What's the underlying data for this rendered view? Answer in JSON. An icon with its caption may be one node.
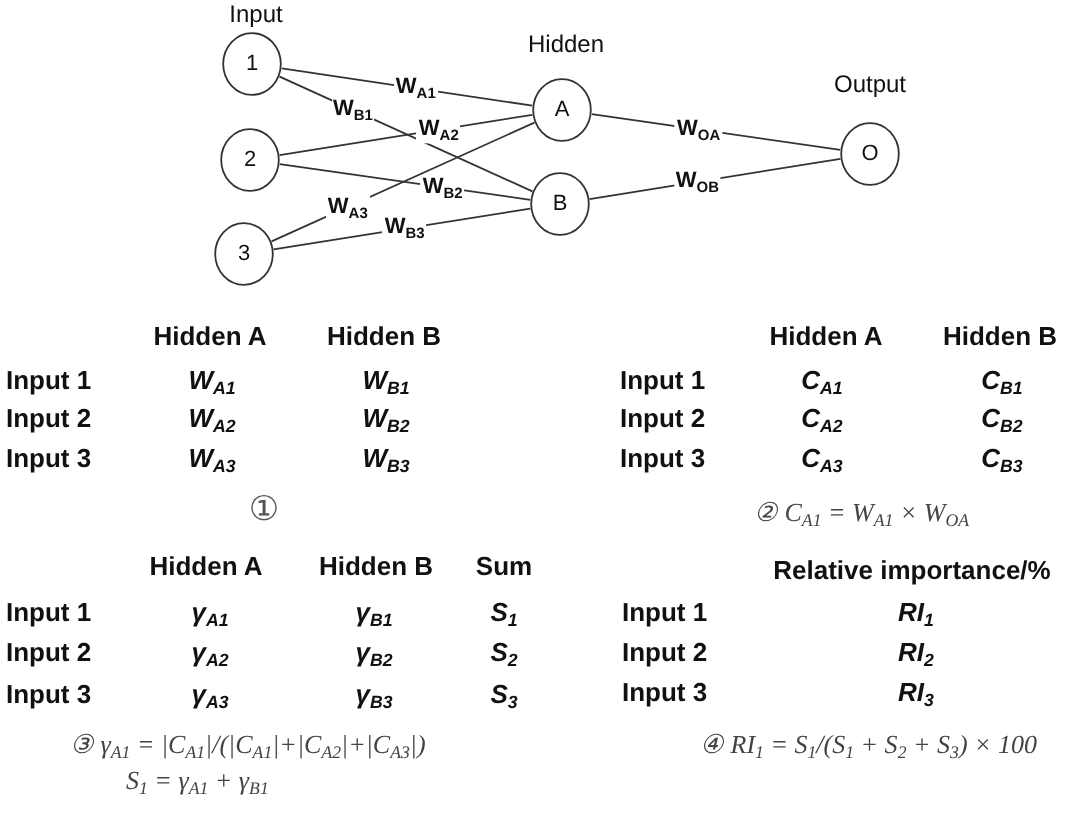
{
  "diagram": {
    "nodes": [
      {
        "text": [
          "1"
        ]
      },
      {
        "text": [
          "2"
        ]
      },
      {
        "text": [
          "3"
        ]
      },
      {
        "text": [
          "A"
        ]
      },
      {
        "text": [
          "B"
        ]
      },
      {
        "text": [
          "O"
        ],
        "beside": [
          "Output"
        ]
      }
    ],
    "edges": [
      {
        "from": 0,
        "to": 3,
        "arrow": "none",
        "label": "W$_{A1}$"
      },
      {
        "from": 0,
        "to": 4,
        "arrow": "none",
        "label": "W$_{B1}$"
      },
      {
        "from": 1,
        "to": 3,
        "arrow": "none",
        "label": "W$_{A2}$"
      },
      {
        "from": 1,
        "to": 4,
        "arrow": "none",
        "label": "W$_{B2}$"
      },
      {
        "from": 2,
        "to": 3,
        "arrow": "none",
        "label": "W$_{A3}$"
      },
      {
        "from": 2,
        "to": 4,
        "arrow": "none",
        "label": "W$_{B3}$"
      },
      {
        "from": 3,
        "to": 5,
        "arrow": "none",
        "label": "W$_{OA}$"
      },
      {
        "from": 4,
        "to": 5,
        "arrow": "none",
        "label": "W$_{OB}$"
      }
    ],
    "labels": [
      "Input",
      "Hidden",
      "Hidden A",
      "Hidden B",
      "Input 1",
      "W$_{A1}$",
      "W$_{B1}$",
      "Input 2",
      "W$_{A2}$",
      "W$_{B2}$",
      "Input 3",
      "W$_{A3}$",
      "W$_{B3}$",
      "①",
      "Hidden A",
      "Hidden B",
      "Input 1",
      "C$_{A1}$",
      "C$_{B1}$",
      "Input 2",
      "C$_{A2}$",
      "C$_{B2}$",
      "Input 3",
      "C$_{A3}$",
      "C$_{B3}$",
      "② C$_{A1}$ = W$_{A1}$ × W$_{OA}$",
      "Hidden A",
      "Hidden B",
      "Sum",
      "Input 1",
      "γ$_{A1}$",
      "γ$_{B1}$",
      "S$_{1}$",
      "Input 2",
      "γ$_{A2}$",
      "γ$_{B2}$",
      "S$_{2}$",
      "Input 3",
      "γ$_{A3}$",
      "γ$_{B3}$",
      "S$_{3}$",
      "③ γ$_{A1}$ = |C$_{A1}$|/(|C$_{A1}$|+|C$_{A2}$|+|C$_{A3}$|)",
      "S$_{1}$ = γ$_{A1}$ + γ$_{B1}$",
      "Relative importance/%",
      "Input 1",
      "RI$_{1}$",
      "Input 2",
      "RI$_{2}$",
      "Input 3",
      "RI$_{3}$",
      "④ RI$_{1}$ = S$_{1}$/(S$_{1}$ + S$_{2}$ + S$_{3}$) × 100"
    ]
  }
}
